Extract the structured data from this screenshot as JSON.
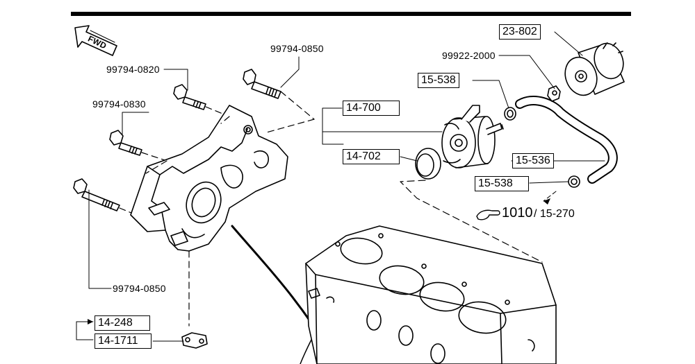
{
  "diagram": {
    "direction_label": "FWD",
    "parts": {
      "bolt_top": "99794-0850",
      "bolt_upper_left": "99794-0820",
      "bolt_mid_left": "99794-0830",
      "bolt_lower_left": "99794-0850",
      "washer": "99922-2000"
    },
    "boxed_labels": {
      "oil_filter": "23-802",
      "clamp_upper": "15-538",
      "oil_cooler_assy": "14-700",
      "gasket": "14-702",
      "hose": "15-536",
      "clamp_lower": "15-538",
      "strainer": "14-248",
      "strainer_gasket": "14-1711"
    },
    "reference": {
      "main": "1010",
      "sub": "/ 15-270"
    }
  }
}
